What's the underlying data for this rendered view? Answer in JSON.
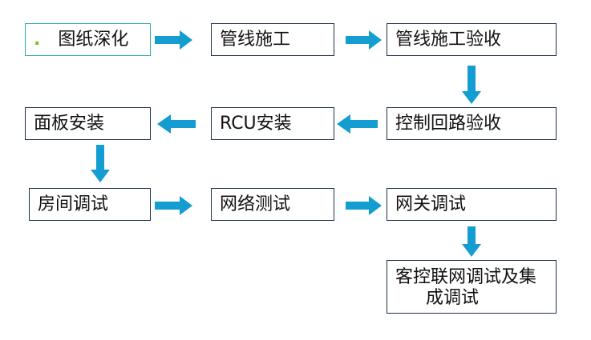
{
  "diagram": {
    "steps": [
      {
        "id": "s1",
        "label": "图纸深化",
        "bullet": "."
      },
      {
        "id": "s2",
        "label": "管线施工"
      },
      {
        "id": "s3",
        "label": "管线施工验收"
      },
      {
        "id": "s4",
        "label": "控制回路验收"
      },
      {
        "id": "s5",
        "label": "RCU安装"
      },
      {
        "id": "s6",
        "label": "面板安装"
      },
      {
        "id": "s7",
        "label": "房间调试"
      },
      {
        "id": "s8",
        "label": "网络测试"
      },
      {
        "id": "s9",
        "label": "网关调试"
      },
      {
        "id": "s10",
        "label_line1": "客控联网调试及集",
        "label_line2": "成调试"
      }
    ],
    "flow": [
      [
        "s1",
        "s2"
      ],
      [
        "s2",
        "s3"
      ],
      [
        "s3",
        "s4"
      ],
      [
        "s4",
        "s5"
      ],
      [
        "s5",
        "s6"
      ],
      [
        "s6",
        "s7"
      ],
      [
        "s7",
        "s8"
      ],
      [
        "s8",
        "s9"
      ],
      [
        "s9",
        "s10"
      ]
    ],
    "colors": {
      "arrow": "#139dd0",
      "box_border": "#1f2f4a",
      "first_box_border": "#2fa8b0",
      "bullet": "#7fbf2a"
    }
  }
}
